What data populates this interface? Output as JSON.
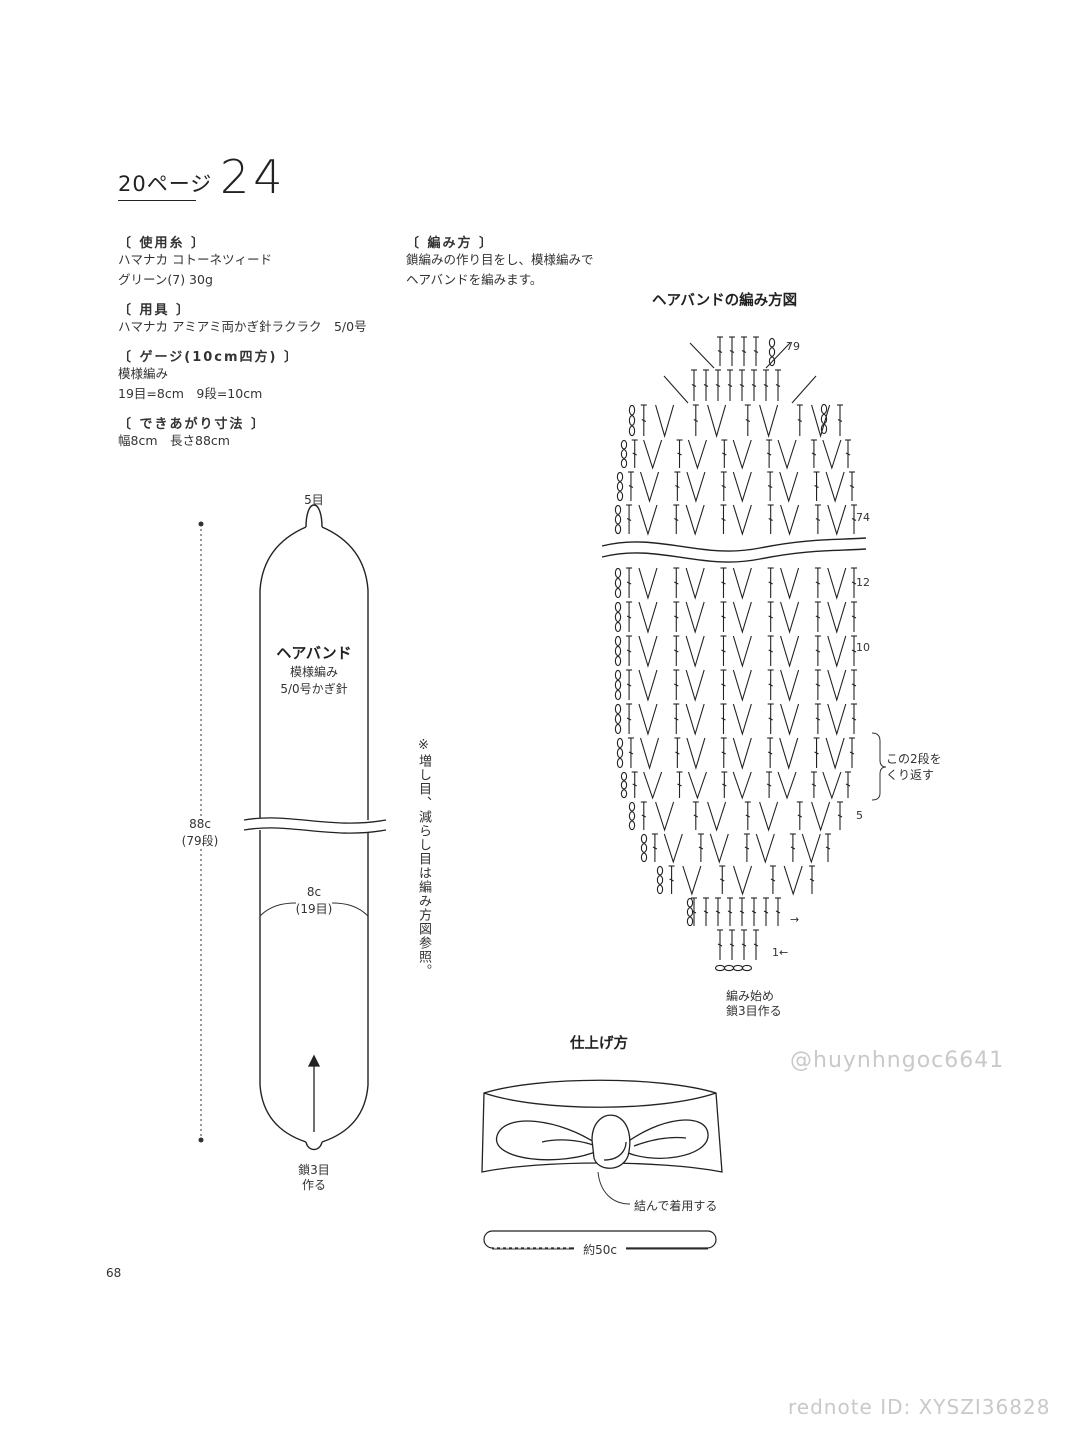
{
  "header": {
    "page_ref": "20ページ",
    "pattern_number": "24"
  },
  "materials": {
    "yarn_heading": "〔 使用糸 〕",
    "yarn_line1": "ハマナカ コトーネツィード",
    "yarn_line2": "グリーン(7) 30g",
    "tools_heading": "〔 用具 〕",
    "tools_line1": "ハマナカ アミアミ両かぎ針ラクラク　5/0号",
    "gauge_heading": "〔 ゲージ(10cm四方) 〕",
    "gauge_line1": "模様編み",
    "gauge_line2": "19目=8cm　9段=10cm",
    "size_heading": "〔 できあがり寸法 〕",
    "size_line1": "幅8cm　長さ88cm"
  },
  "method": {
    "heading": "〔 編み方 〕",
    "line1": "鎖編みの作り目をし、模様編みで",
    "line2": "ヘアバンドを編みます。"
  },
  "schematic": {
    "top_label": "5目",
    "title": "ヘアバンド",
    "sub1": "模様編み",
    "sub2": "5/0号かぎ針",
    "length_value": "88c",
    "length_rows": "(79段)",
    "width_value": "8c",
    "width_stitches": "(19目)",
    "bottom_line1": "鎖3目",
    "bottom_line2": "作る",
    "note": "※増し目、減らし目は編み方図参照。"
  },
  "chart": {
    "title": "ヘアバンドの編み方図",
    "row_labels": [
      "79",
      "74",
      "12",
      "10",
      "5"
    ],
    "repeat_note1": "この2段を",
    "repeat_note2": "くり返す",
    "start_row_label": "1←",
    "arrow_right": "→",
    "start_line1": "編み始め",
    "start_line2": "鎖3目作る"
  },
  "finishing": {
    "title": "仕上げ方",
    "tie_label": "結んで着用する",
    "length_label": "約50c"
  },
  "footer": {
    "page_number": "68"
  },
  "watermarks": {
    "tiktok": "@huynhngoc6641",
    "rednote": "rednote ID: XYSZI36828"
  }
}
